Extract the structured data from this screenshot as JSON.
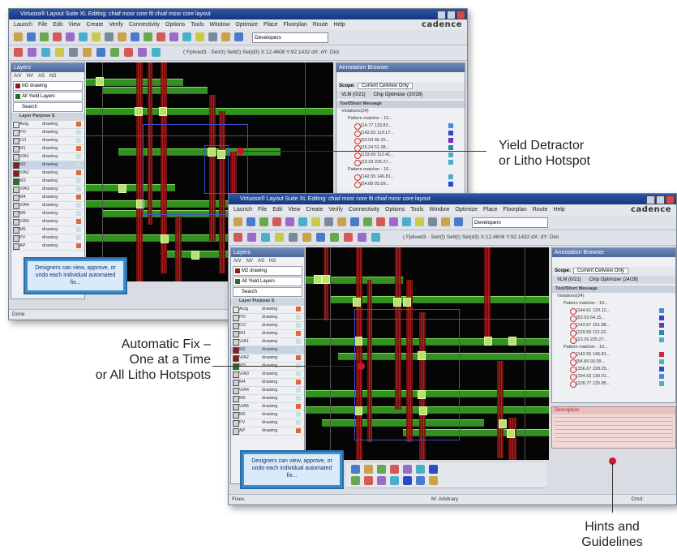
{
  "window_back": {
    "title": "Virtuoso® Layout Suite XL Editing: chiaf mosr core fit chiaf mosr core layout",
    "brand": "cadence",
    "menus": [
      "Launch",
      "File",
      "Edit",
      "View",
      "Create",
      "Verify",
      "Connectivity",
      "Options",
      "Tools",
      "Window",
      "Optimize",
      "Place",
      "Floorplan",
      "Route",
      "Help"
    ],
    "coords": "( Fplived3 · Selr(t)  Selt(t)  Sel(d3)   X:12.4608   Y:92.1432   dX:  dY:  Dist",
    "search_placeholder": "Developers",
    "layers": {
      "title": "Layers",
      "tabs": [
        "A/V",
        "NV",
        "AS",
        "NS"
      ],
      "selected": "M2 drawing",
      "filter": "All Yield Layers",
      "search": "Search",
      "columns": [
        "Layer",
        "Purpose",
        "S"
      ],
      "rows": [
        {
          "layer": "Actg",
          "purpose": "drawing",
          "color": "#e8e8e8"
        },
        {
          "layer": "PO",
          "purpose": "drawing",
          "color": "#d8d8d8"
        },
        {
          "layer": "CO",
          "purpose": "drawing",
          "color": "#cfcfcf"
        },
        {
          "layer": "M1",
          "purpose": "drawing",
          "color": "#d0d0d0"
        },
        {
          "layer": "VIA1",
          "purpose": "drawing",
          "color": "#d4d4d4"
        },
        {
          "layer": "M2",
          "purpose": "drawing",
          "color": "#8a1c1c"
        },
        {
          "layer": "VIA2",
          "purpose": "drawing",
          "color": "#8a1c1c"
        },
        {
          "layer": "M3",
          "purpose": "drawing",
          "color": "#1a7a1a"
        },
        {
          "layer": "VIA3",
          "purpose": "drawing",
          "color": "#d0d0d0"
        },
        {
          "layer": "M4",
          "purpose": "drawing",
          "color": "#d0d0d0"
        },
        {
          "layer": "VIA4",
          "purpose": "drawing",
          "color": "#d0d0d0"
        },
        {
          "layer": "M5",
          "purpose": "drawing",
          "color": "#d0d0d0"
        },
        {
          "layer": "VIA5",
          "purpose": "drawing",
          "color": "#d0d0d0"
        },
        {
          "layer": "M6",
          "purpose": "drawing",
          "color": "#d0d0d0"
        },
        {
          "layer": "PV",
          "purpose": "drawing",
          "color": "#d0d0d0"
        },
        {
          "layer": "AP",
          "purpose": "drawing",
          "color": "#d0d0d0"
        }
      ]
    },
    "annotation": {
      "title": "Annotation Browser",
      "scope_label": "Scope:",
      "scope_value": "Current Cellview Only",
      "tabs": [
        "VLM (0/21)",
        "Chip Optimizer (20/28)"
      ],
      "columns": [
        "Tool/Short Message"
      ],
      "tree": [
        {
          "text": "Violations(24)",
          "level": 0
        },
        {
          "text": "Pattern matcher - 10...",
          "level": 1
        },
        {
          "text": "[14.77 133.82...",
          "level": 2
        },
        {
          "text": "[142.53 119.17...",
          "level": 2
        },
        {
          "text": "[52.53 66.15...",
          "level": 2
        },
        {
          "text": "[15.24 51.38...",
          "level": 2
        },
        {
          "text": "[133.69 112.41...",
          "level": 2
        },
        {
          "text": "[23.29 225.27...",
          "level": 2
        },
        {
          "text": "Pattern matcher - 10...",
          "level": 1
        },
        {
          "text": "[142.55 146.81...",
          "level": 2
        },
        {
          "text": "[54.89 93.09...",
          "level": 2
        }
      ]
    },
    "tooltip": "Designers can view, approve, or undo each individual automated fix...",
    "status": "Done"
  },
  "window_front": {
    "title": "Virtuoso® Layout Suite XL Editing: chiaf mosr core fit chiaf mosr core layout",
    "brand": "cadence",
    "menus": [
      "Launch",
      "File",
      "Edit",
      "View",
      "Create",
      "Verify",
      "Connectivity",
      "Options",
      "Tools",
      "Window",
      "Optimize",
      "Place",
      "Floorplan",
      "Route",
      "Help"
    ],
    "coords": "( Fplived3 · Selr(t)  Selt(t)  Sel(d3)   X:12.4608   Y:92.1432   dX:  dY:  Dist",
    "search_placeholder": "Developers",
    "layers": {
      "title": "Layers",
      "tabs": [
        "A/V",
        "NV",
        "AS",
        "NS"
      ],
      "selected": "M2 drawing",
      "filter": "All Yield Layers",
      "search": "Search",
      "columns": [
        "Layer",
        "Purpose",
        "S"
      ],
      "rows": [
        {
          "layer": "Actg",
          "purpose": "drawing",
          "color": "#e8e8e8"
        },
        {
          "layer": "PO",
          "purpose": "drawing",
          "color": "#d8d8d8"
        },
        {
          "layer": "CO",
          "purpose": "drawing",
          "color": "#cfcfcf"
        },
        {
          "layer": "M1",
          "purpose": "drawing",
          "color": "#d0d0d0"
        },
        {
          "layer": "VIA1",
          "purpose": "drawing",
          "color": "#d4d4d4"
        },
        {
          "layer": "M2",
          "purpose": "drawing",
          "color": "#8a1c1c"
        },
        {
          "layer": "VIA2",
          "purpose": "drawing",
          "color": "#8a1c1c"
        },
        {
          "layer": "M3",
          "purpose": "drawing",
          "color": "#1a7a1a"
        },
        {
          "layer": "VIA3",
          "purpose": "drawing",
          "color": "#d0d0d0"
        },
        {
          "layer": "M4",
          "purpose": "drawing",
          "color": "#d0d0d0"
        },
        {
          "layer": "VIA4",
          "purpose": "drawing",
          "color": "#d0d0d0"
        },
        {
          "layer": "M5",
          "purpose": "drawing",
          "color": "#d0d0d0"
        },
        {
          "layer": "VIA5",
          "purpose": "drawing",
          "color": "#d0d0d0"
        },
        {
          "layer": "M6",
          "purpose": "drawing",
          "color": "#d0d0d0"
        },
        {
          "layer": "PV",
          "purpose": "drawing",
          "color": "#d0d0d0"
        },
        {
          "layer": "AP",
          "purpose": "drawing",
          "color": "#d0d0d0"
        }
      ]
    },
    "annotation": {
      "title": "Annotation Browser",
      "scope_label": "Scope:",
      "scope_value": "Current Cellview Only",
      "tabs": [
        "VLM (0/21)",
        "Chip Optimizer (24/28)"
      ],
      "columns": [
        "Tool/Short Message"
      ],
      "tree": [
        {
          "text": "Violations(24)",
          "level": 0
        },
        {
          "text": "Pattern matcher - 10...",
          "level": 1
        },
        {
          "text": "[144.61 129.12...",
          "level": 2
        },
        {
          "text": "[52.53 64.15...",
          "level": 2
        },
        {
          "text": "[143.57 151.88...",
          "level": 2
        },
        {
          "text": "[129.59 112.32...",
          "level": 2
        },
        {
          "text": "[23.29 225.27...",
          "level": 2
        },
        {
          "text": "Pattern matcher - 10...",
          "level": 1
        },
        {
          "text": "[142.55 146.81...",
          "level": 2
        },
        {
          "text": "[54.89 93.09...",
          "level": 2
        },
        {
          "text": "[156.67 228.25...",
          "level": 2
        },
        {
          "text": "[154.63 130.01...",
          "level": 2
        },
        {
          "text": "[228.77 125.85...",
          "level": 2
        }
      ],
      "description_title": "Description"
    },
    "tooltip": "Designers can view, approve, or undo each individual automated fix...",
    "status_left": "Fixes",
    "status_mid": "M: Arbitrary",
    "status_right": "Cmd:"
  },
  "callouts": {
    "yield": [
      "Yield Detractor",
      "or Litho Hotspot"
    ],
    "autofix": [
      "Automatic Fix –",
      "One at a Time",
      "or All Litho Hotspots"
    ],
    "hints": [
      "Hints and",
      "Guidelines"
    ]
  },
  "colors": {
    "callout_dot": "#d6122a",
    "titlebar": "#1e3f8a",
    "wire_green": "#3caa28",
    "wire_red": "#b01818",
    "hotspot_box": "#3e4fc8"
  }
}
